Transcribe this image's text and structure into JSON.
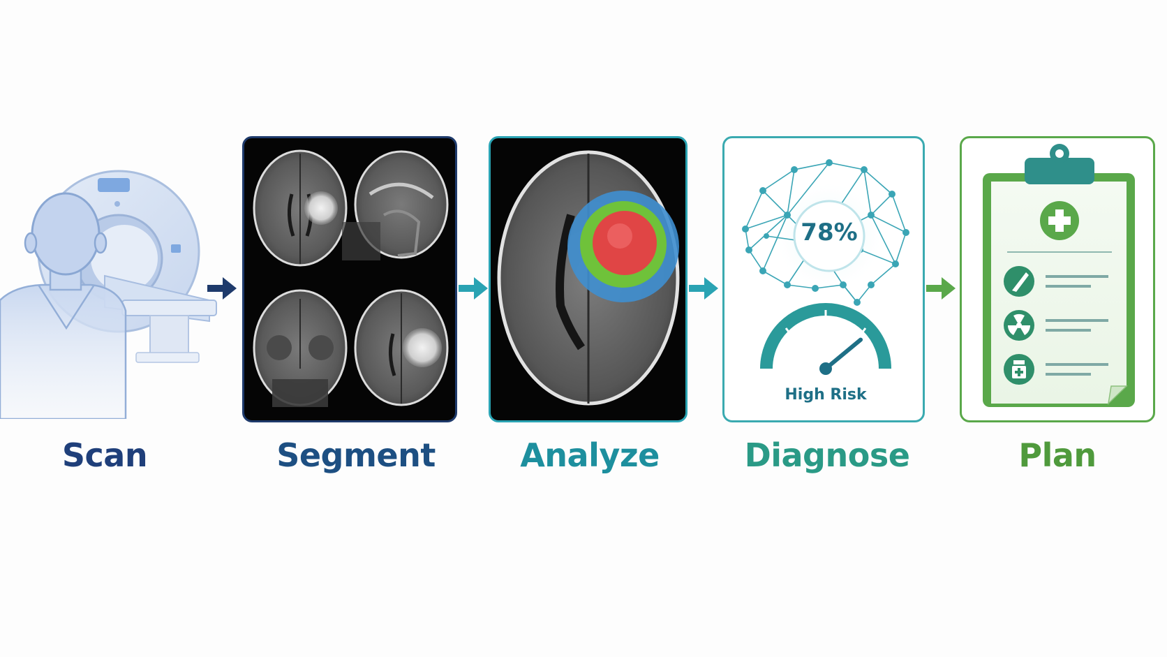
{
  "steps": [
    {
      "label": "Scan",
      "color": "#1f3f7a"
    },
    {
      "label": "Segment",
      "color": "#1d4f82"
    },
    {
      "label": "Analyze",
      "color": "#1d8f9e"
    },
    {
      "label": "Diagnose",
      "color": "#2a9a86"
    },
    {
      "label": "Plan",
      "color": "#4f9a3c"
    }
  ],
  "diagnose": {
    "probability": "78%",
    "risk_label": "High Risk",
    "gauge_level": 0.78
  },
  "colors": {
    "segment_border": "#1e3a6b",
    "analyze_border": "#2aa3b3",
    "diagnose_border": "#3aaab0",
    "plan_border": "#5aa84a",
    "tumor_core": "#e04545",
    "tumor_edema": "#6fc23a",
    "tumor_margin": "#3f8fd0"
  }
}
